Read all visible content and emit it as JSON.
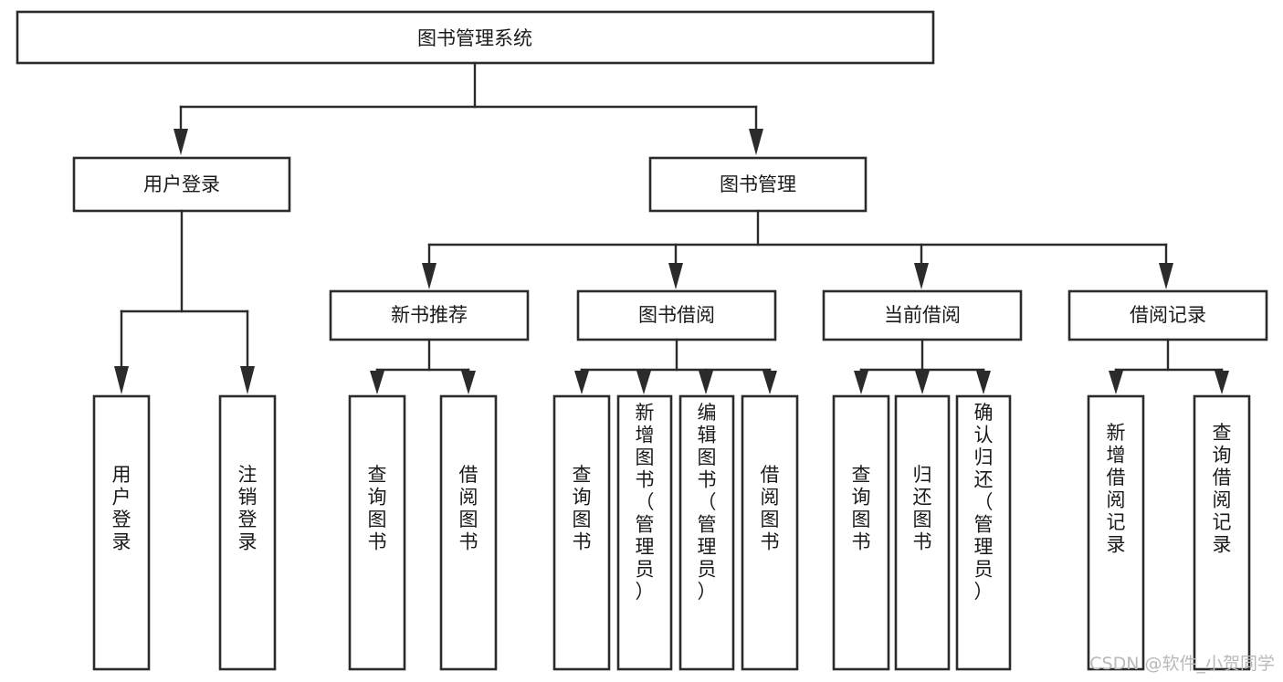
{
  "diagram": {
    "title": "图书管理系统",
    "type": "hierarchy-tree",
    "orientation": "top-down",
    "root": {
      "id": "root",
      "label": "图书管理系统",
      "text_orientation": "horizontal"
    },
    "level1": [
      {
        "id": "user-login",
        "label": "用户登录",
        "text_orientation": "horizontal"
      },
      {
        "id": "book-manage",
        "label": "图书管理",
        "text_orientation": "horizontal"
      }
    ],
    "level2": [
      {
        "id": "new-book-rec",
        "label": "新书推荐",
        "parent": "book-manage",
        "text_orientation": "horizontal"
      },
      {
        "id": "book-borrow",
        "label": "图书借阅",
        "parent": "book-manage",
        "text_orientation": "horizontal"
      },
      {
        "id": "current-borrow",
        "label": "当前借阅",
        "parent": "book-manage",
        "text_orientation": "horizontal"
      },
      {
        "id": "borrow-record",
        "label": "借阅记录",
        "parent": "book-manage",
        "text_orientation": "horizontal"
      }
    ],
    "leaves": [
      {
        "id": "leaf-user-login",
        "label": "用户登录",
        "parent": "user-login",
        "text_orientation": "vertical"
      },
      {
        "id": "leaf-user-logout",
        "label": "注销登录",
        "parent": "user-login",
        "text_orientation": "vertical"
      },
      {
        "id": "leaf-query-book-1",
        "label": "查询图书",
        "parent": "new-book-rec",
        "text_orientation": "vertical"
      },
      {
        "id": "leaf-borrow-book-1",
        "label": "借阅图书",
        "parent": "new-book-rec",
        "text_orientation": "vertical"
      },
      {
        "id": "leaf-query-book-2",
        "label": "查询图书",
        "parent": "book-borrow",
        "text_orientation": "vertical"
      },
      {
        "id": "leaf-add-book",
        "label": "新增图书（管理员）",
        "parent": "book-borrow",
        "text_orientation": "vertical"
      },
      {
        "id": "leaf-edit-book",
        "label": "编辑图书（管理员）",
        "parent": "book-borrow",
        "text_orientation": "vertical"
      },
      {
        "id": "leaf-borrow-book-2",
        "label": "借阅图书",
        "parent": "book-borrow",
        "text_orientation": "vertical"
      },
      {
        "id": "leaf-query-book-3",
        "label": "查询图书",
        "parent": "current-borrow",
        "text_orientation": "vertical"
      },
      {
        "id": "leaf-return-book",
        "label": "归还图书",
        "parent": "current-borrow",
        "text_orientation": "vertical"
      },
      {
        "id": "leaf-confirm-return",
        "label": "确认归还（管理员）",
        "parent": "current-borrow",
        "text_orientation": "vertical"
      },
      {
        "id": "leaf-add-record",
        "label": "新增借阅记录",
        "parent": "borrow-record",
        "text_orientation": "vertical"
      },
      {
        "id": "leaf-query-record",
        "label": "查询借阅记录",
        "parent": "borrow-record",
        "text_orientation": "vertical"
      }
    ],
    "colors": {
      "box_stroke": "#2b2b2b",
      "box_fill": "#ffffff",
      "text": "#1a1a1a",
      "connector": "#2b2b2b",
      "background": "#ffffff",
      "watermark": "#b9b9b9"
    }
  },
  "watermark": {
    "text": "CSDN @软件_小贺同学"
  }
}
